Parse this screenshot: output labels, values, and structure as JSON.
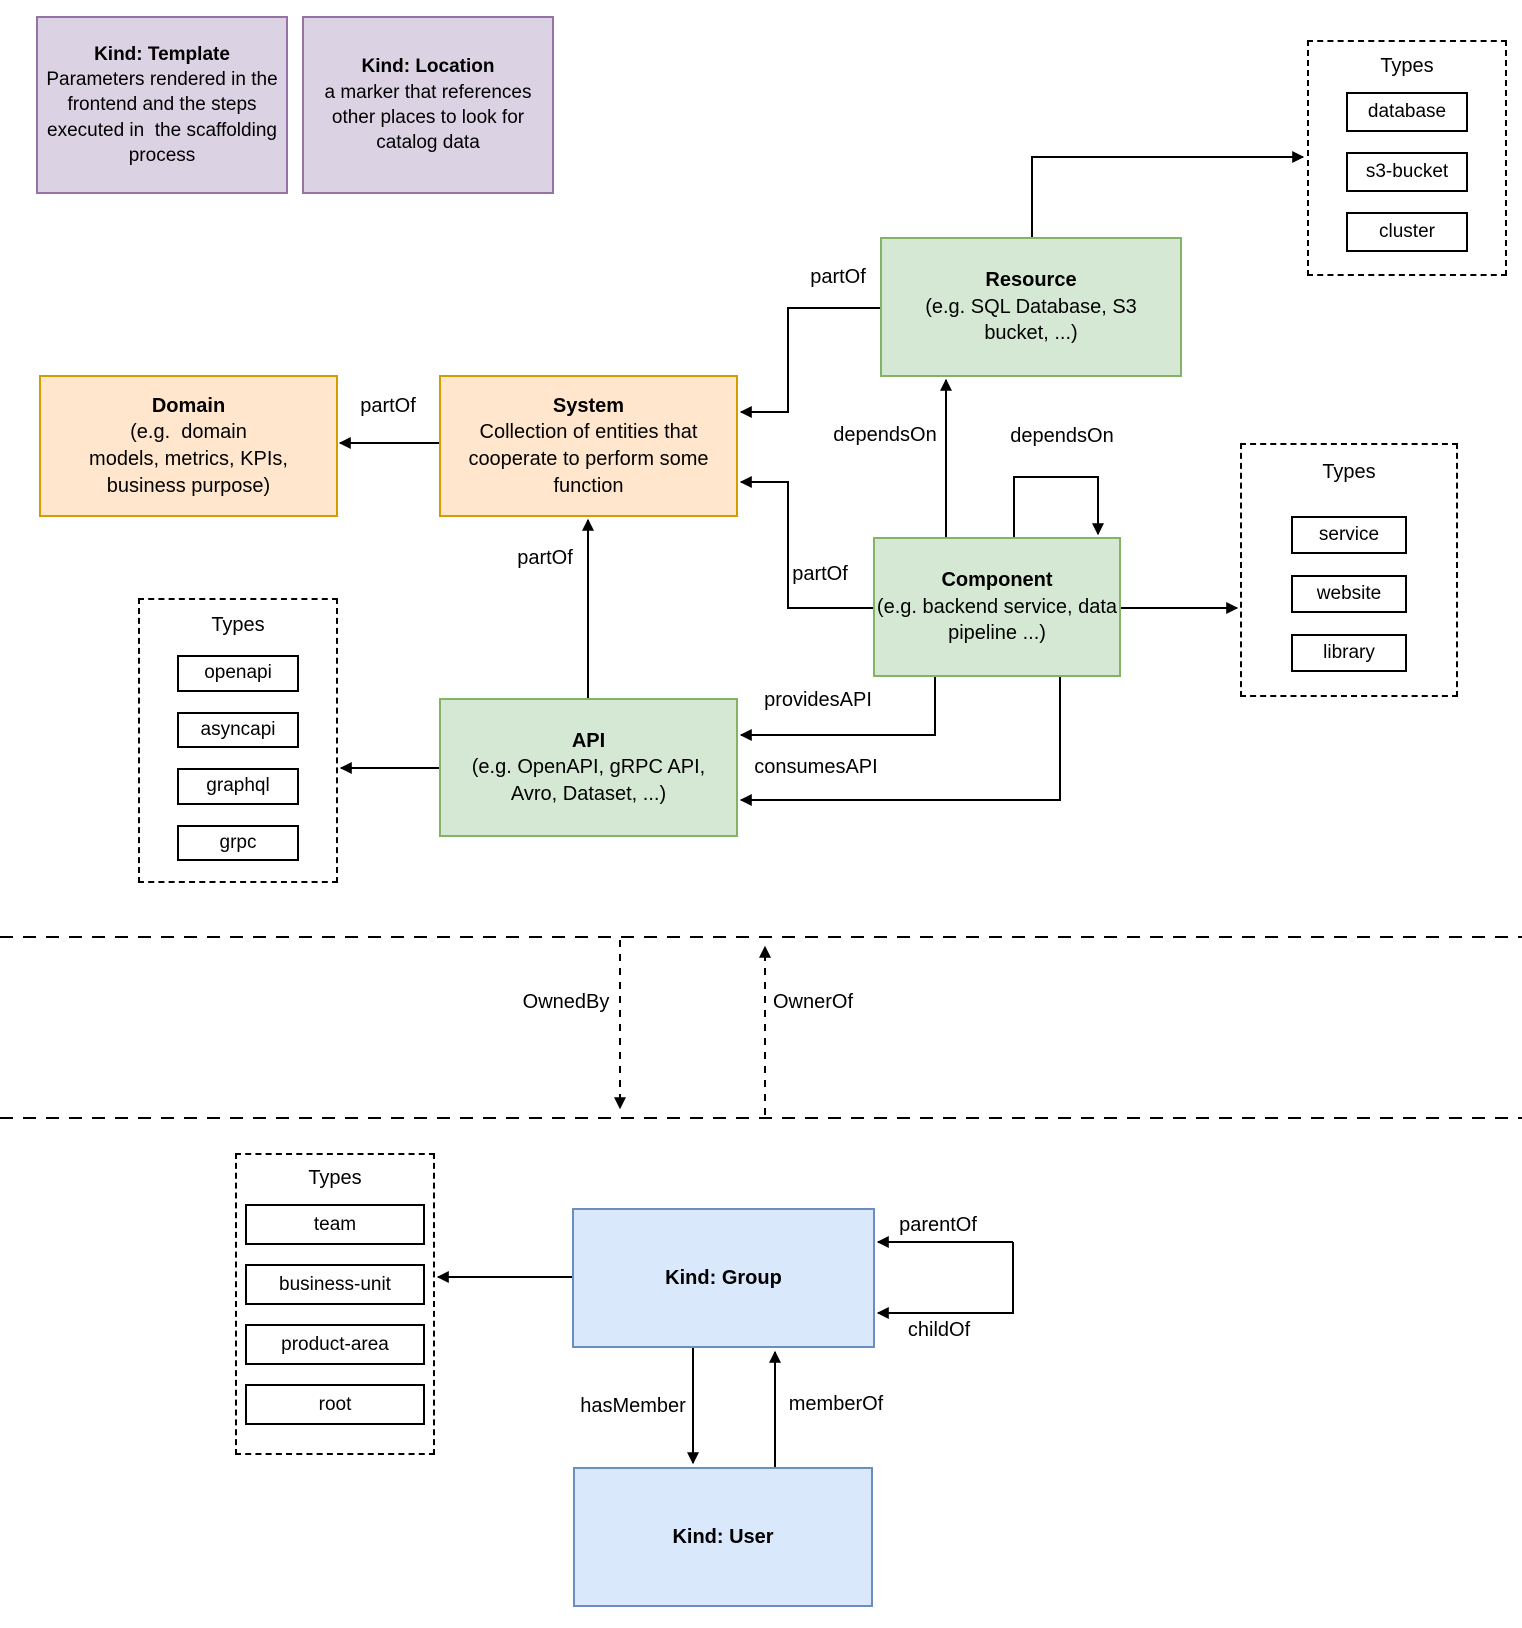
{
  "diagram": {
    "nodes": {
      "kind_template": {
        "title": "Kind: Template",
        "desc_lines": [
          "Parameters rendered in the",
          "frontend and the steps",
          "executed in  the scaffolding",
          "process"
        ]
      },
      "kind_location": {
        "title": "Kind: Location",
        "desc_lines": [
          "a marker that references",
          "other places to look for",
          "catalog data"
        ]
      },
      "resource": {
        "title": "Resource",
        "desc_lines": [
          "(e.g. SQL Database, S3",
          "bucket, ...)"
        ]
      },
      "domain": {
        "title": "Domain",
        "desc_lines": [
          "(e.g.  domain",
          "models, metrics, KPIs,",
          "business purpose)"
        ]
      },
      "system": {
        "title": "System",
        "desc_lines": [
          "Collection of entities that",
          "cooperate to perform some",
          "function"
        ]
      },
      "component": {
        "title": "Component",
        "desc_lines": [
          "(e.g. backend service, data",
          "pipeline ...)"
        ]
      },
      "api": {
        "title": "API",
        "desc_lines": [
          "(e.g. OpenAPI, gRPC API,",
          "Avro, Dataset, ...)"
        ]
      },
      "group": {
        "title": "Kind: Group"
      },
      "user": {
        "title": "Kind: User"
      }
    },
    "type_panels": {
      "resource_types": {
        "title": "Types",
        "items": [
          "database",
          "s3-bucket",
          "cluster"
        ]
      },
      "component_types": {
        "title": "Types",
        "items": [
          "service",
          "website",
          "library"
        ]
      },
      "api_types": {
        "title": "Types",
        "items": [
          "openapi",
          "asyncapi",
          "graphql",
          "grpc"
        ]
      },
      "group_types": {
        "title": "Types",
        "items": [
          "team",
          "business-unit",
          "product-area",
          "root"
        ]
      }
    },
    "edge_labels": {
      "resource_part_of": "partOf",
      "system_part_of": "partOf",
      "component_part_of": "partOf",
      "api_part_of": "partOf",
      "depends_on_resource": "dependsOn",
      "depends_on_component": "dependsOn",
      "provides_api": "providesAPI",
      "consumes_api": "consumesAPI",
      "owned_by": "OwnedBy",
      "owner_of": "OwnerOf",
      "parent_of": "parentOf",
      "child_of": "childOf",
      "has_member": "hasMember",
      "member_of": "memberOf"
    },
    "colors": {
      "purple_fill": "#DBD2E3",
      "purple_stroke": "#9673A6",
      "green_fill": "#D5E8D4",
      "green_stroke": "#82B366",
      "orange_fill": "#FFE6CC",
      "orange_stroke": "#D79B00",
      "blue_fill": "#DAE8FC",
      "blue_stroke": "#6C8EBF",
      "line": "#000000",
      "background": "#FFFFFF"
    }
  }
}
